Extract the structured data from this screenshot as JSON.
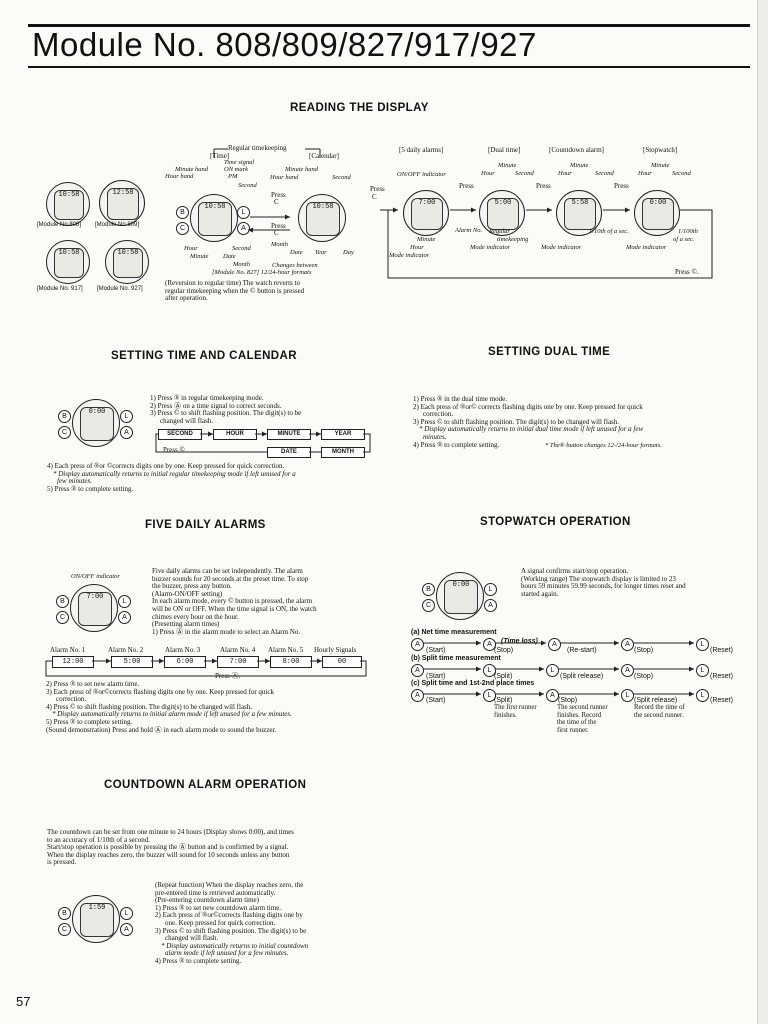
{
  "title": "Module No. 808/809/827/917/927",
  "page_number": "57",
  "reading": {
    "heading": "READING THE DISPLAY",
    "regular_timekeeping": "Regular timekeeping",
    "time": "[Time]",
    "calendar": "[Calendar]",
    "time_signal": "Time signal",
    "minute_hand": "Minute hand",
    "on_mark": "ON mark",
    "minute_hand2": "Minute hand",
    "hour_hand": "Hour hand",
    "pm": "PM",
    "hour_hand2": "Hour hand",
    "second": "Second",
    "second2": "Second",
    "press": "Press",
    "press_c": "C",
    "hour": "Hour",
    "second3": "Second",
    "minute": "Minute",
    "date": "Date",
    "month": "Month",
    "year": "Year",
    "day": "Day",
    "month2": "Month",
    "changes_between": "Changes between",
    "module_827": "[Module No. 827] 12/24-hour formats",
    "label_808": "[Module No.808]",
    "label_809": "[Module No.809]",
    "label_917": "[Module No. 917]",
    "label_927": "[Module No. 927]",
    "reversion": [
      "(Reversion to regular time) The watch reverts to",
      "regular timekeeping when the © button is pressed",
      "after operation."
    ],
    "alarms_5": "[5 daily alarms]",
    "dual_time": "[Dual time]",
    "countdown_alarm": "[Countdown alarm]",
    "stopwatch": "[Stopwatch]",
    "on_off_indicator": "ON/OFF indicator",
    "minute_a": "Minute",
    "hour_a": "Hour",
    "second_a": "Second",
    "minute_b": "Minute",
    "hour_b": "Hour",
    "second_b": "Second",
    "minute_c": "Minute",
    "hour_c": "Hour",
    "second_c": "Second",
    "press_a1": "Press",
    "press_a2": "Press",
    "press_a3": "Press",
    "press_a4": "Press",
    "alarm_no": "Alarm No.",
    "minute_d": "Minute",
    "hour_d": "Hour",
    "mode_indicator": "Mode indicator",
    "regular_timekeeping2": "Regular",
    "timekeeping": "timekeeping",
    "mode_indicator2": "Mode indicator",
    "tenth_sec": "1/10th of a sec.",
    "mode_indicator3": "Mode indicator",
    "mode_indicator4": "Mode indicator",
    "hundredth": "1/100th",
    "of_a_sec": "of a sec.",
    "press_c2": "Press ©."
  },
  "setting_time": {
    "heading": "SETTING TIME AND CALENDAR",
    "steps": [
      "1) Press ® in regular timekeeping mode.",
      "2) Press Ⓐ on a time signal to correct seconds.",
      "3) Press © to shift flashing position. The digit(s) to be",
      "changed will flash."
    ],
    "boxes": [
      "SECOND",
      "HOUR",
      "MINUTE",
      "YEAR",
      "DATE",
      "MONTH"
    ],
    "press_c": "Press ©",
    "steps2": [
      "4) Each press of ®or ©corrects digits one by one. Keep pressed for quick correction.",
      "* Display automatically returns to initial regular timekeeping mode if left unused for a",
      "few minutes.",
      "5) Press ® to complete setting."
    ]
  },
  "dual": {
    "heading": "SETTING DUAL TIME",
    "steps": [
      "1) Press ® in the dual time mode.",
      "2) Each press of ®or© corrects flashing digits one by one. Keep pressed for quick",
      "correction.",
      "3) Press © to shift flashing position. The digit(s) to be changed will flash.",
      "* Display automatically returns to initial dual time mode if left unused for a few",
      "minutes.",
      "4) Press ® to complete setting."
    ],
    "note": "* The® button changes 12-/24-hour formats."
  },
  "alarms": {
    "heading": "FIVE DAILY ALARMS",
    "on_off": "ON/OFF indicator",
    "desc": [
      "Five daily alarms can be set independently. The alarm",
      "buzzer sounds for 20 seconds at the preset time. To stop",
      "the buzzer, press any button.",
      "(Alarm-ON/OFF setting)",
      "In each alarm mode, every © button is pressed, the alarm",
      "will be ON or OFF. When the time signal is ON, the watch",
      "chimes every hour on the hour.",
      "(Presetting alarm times)",
      "1) Press Ⓐ in the alarm mode to select an Alarm No."
    ],
    "alarm_labels": [
      "Alarm No. 1",
      "Alarm No. 2",
      "Alarm No. 3",
      "Alarm No. 4",
      "Alarm No. 5",
      "Hourly Signals"
    ],
    "alarm_values": [
      "12:00",
      "5:00",
      "6:00",
      "7:00",
      "8:00",
      "00"
    ],
    "press_a": "Press Ⓐ.",
    "steps": [
      "2) Press ® to set new alarm time.",
      "3) Each press of ®or©corrects flashing digits one by one. Keep pressed for quick",
      "correction.",
      "4) Press © to shift flashing position. The digit(s) to be changed will flash.",
      "* Display automatically returns to initial alarm mode if left unused for a few minutes.",
      "5) Press ® to complete setting.",
      "(Sound demonstration) Press and hold Ⓐ in each alarm mode to sound the buzzer."
    ]
  },
  "stopwatch": {
    "heading": "STOPWATCH OPERATION",
    "desc": [
      "A signal confirms start/stop operation.",
      "(Working range) The stopwatch display is limited to 23",
      "hours 59 minutes 59.99 seconds, for longer times reset and",
      "started again."
    ],
    "a_label": "(a) Net time measurement",
    "a_time_loss": "(Time loss)",
    "a_start": "(Start)",
    "a_stop": "(Stop)",
    "a_restart": "(Re-start)",
    "a_stop2": "(Stop)",
    "a_reset": "(Reset)",
    "b_label": "(b) Split time measurement",
    "b_start": "(Start)",
    "b_split": "(Split)",
    "b_split_release": "(Split release)",
    "b_stop": "(Stop)",
    "b_reset": "(Reset)",
    "c_label": "(c) Split time and 1st-2nd place times",
    "c_start": "(Start)",
    "c_split": "(Split)",
    "c_stop": "(Stop)",
    "c_split_release": "(Split release)",
    "c_reset": "(Reset)",
    "c_note1": [
      "The first runner",
      "finishes."
    ],
    "c_note2": [
      "The second runner",
      "finishes. Record",
      "the time of the",
      "first runner."
    ],
    "c_note3": [
      "Record the time of",
      "the second runner."
    ]
  },
  "countdown": {
    "heading": "COUNTDOWN ALARM OPERATION",
    "intro": [
      "The countdown can be set from one minute to 24 hours (Display shows 0:00), and times",
      "to an accuracy of 1/10th of a second.",
      "Start/stop operation is possible by pressing the Ⓐ button and is confirmed by a signal.",
      "When the display reaches zero, the buzzer will sound for 10 seconds unless any button",
      "is pressed."
    ],
    "steps": [
      "(Repeat function) When the display reaches zero, the",
      "pre-entered time is retrieved automatically.",
      "(Pre-entering countdown alarm time)",
      "1) Press ® to set new countdown alarm time.",
      "2) Each press of ®or©corrects flashing digits one by",
      "one. Keep pressed for quick correction.",
      "3) Press © to shift flashing position. The digit(s) to be",
      "changed will flash.",
      "* Display automatically returns to initial countdown",
      "alarm mode if left unused for a few minutes.",
      "4) Press ® to complete setting."
    ]
  },
  "watch_faces": {
    "w1": "10:58",
    "w2": "12:58",
    "w3": "10:58",
    "w4": "10:58",
    "w5": "10:58",
    "w6": "7:00",
    "w7": "5:00",
    "w8": "5:58",
    "w9": "0:00",
    "w10": "0:00",
    "w11": "10:58",
    "w12": "7:00",
    "w13": "0:00",
    "w14": "1:59"
  },
  "buttons": {
    "b": "B",
    "c": "C",
    "l": "L",
    "a": "A"
  }
}
